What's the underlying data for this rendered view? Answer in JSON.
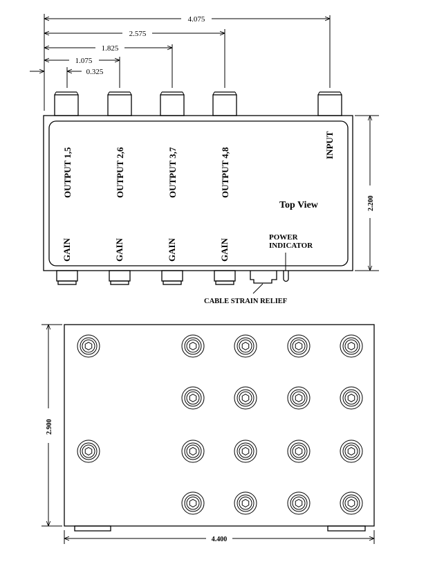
{
  "top_view": {
    "title": "Top View",
    "dimensions": {
      "d4075": "4.075",
      "d2575": "2.575",
      "d1825": "1.825",
      "d1075": "1.075",
      "d0325": "0.325",
      "height": "2.200"
    },
    "labels": {
      "output_1": "OUTPUT 1,5",
      "output_2": "OUTPUT 2,6",
      "output_3": "OUTPUT 3,7",
      "output_4": "OUTPUT 4,8",
      "input": "INPUT",
      "gain": "GAIN",
      "power_1": "POWER",
      "power_2": "INDICATOR",
      "cable": "CABLE STRAIN RELIEF"
    }
  },
  "bottom_view": {
    "dimensions": {
      "height": "2.900",
      "width": "4.400"
    }
  }
}
